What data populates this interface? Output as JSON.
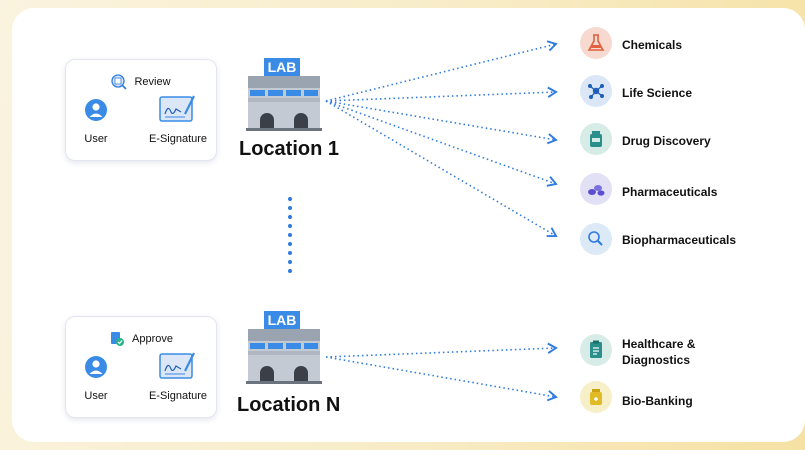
{
  "locations": [
    {
      "name": "Location 1",
      "building_label": "LAB",
      "workflow": {
        "label": "Review",
        "icon": "review-icon"
      },
      "roles": [
        "User",
        "E-Signature"
      ]
    },
    {
      "name": "Location N",
      "building_label": "LAB",
      "workflow": {
        "label": "Approve",
        "icon": "approve-icon"
      },
      "roles": [
        "User",
        "E-Signature"
      ]
    }
  ],
  "industries_location_1": [
    {
      "label": "Chemicals",
      "icon": "flask-icon",
      "color": "#f7d9cf"
    },
    {
      "label": "Life Science",
      "icon": "molecule-icon",
      "color": "#dbe6f6"
    },
    {
      "label": "Drug Discovery",
      "icon": "pill-bottle-icon",
      "color": "#d7ece6"
    },
    {
      "label": "Pharmaceuticals",
      "icon": "pills-icon",
      "color": "#e2e0f5"
    },
    {
      "label": "Biopharmaceuticals",
      "icon": "magnifier-icon",
      "color": "#dbeaf6"
    }
  ],
  "industries_location_n": [
    {
      "label": "Healthcare &\nDiagnostics",
      "icon": "clipboard-icon",
      "color": "#d7ece6"
    },
    {
      "label": "Bio-Banking",
      "icon": "bank-jar-icon",
      "color": "#f6efc7"
    }
  ],
  "colors": {
    "accent": "#2f7bdf",
    "lab_blue": "#3a8be6"
  }
}
